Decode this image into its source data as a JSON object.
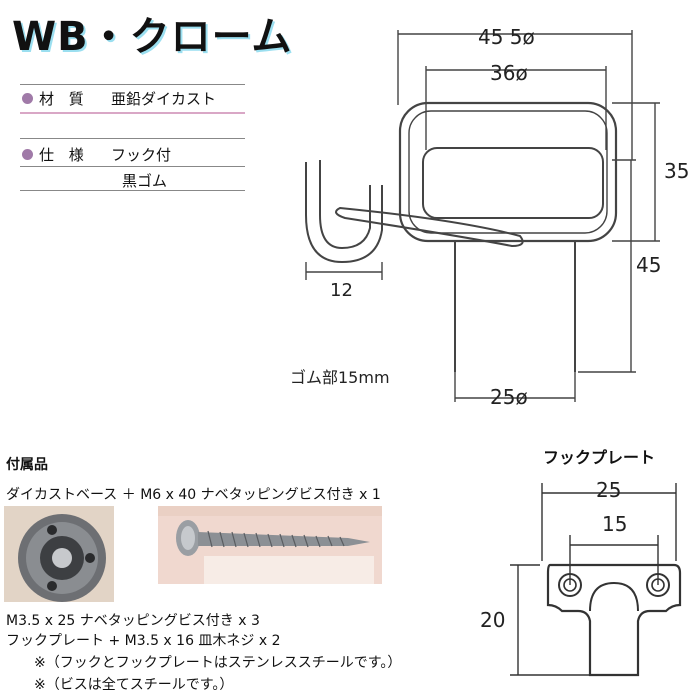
{
  "title": "WB・クローム",
  "specs": {
    "material": {
      "label": "材 質",
      "value": "亜鉛ダイカスト"
    },
    "spec": {
      "label": "仕 様",
      "value": "フック付",
      "value2": "黒ゴム"
    }
  },
  "diagram": {
    "dims": {
      "outer_width": "45 5ø",
      "inner_width": "36ø",
      "height_top": "35",
      "height_bottom": "45",
      "hook_width": "12",
      "base_width": "25ø"
    },
    "rubber_note": "ゴム部15mm"
  },
  "accessories": {
    "title": "付属品",
    "line1": "ダイカストベース ＋ M6 x 40 ナベタッピングビス付き x 1",
    "line2": "M3.5 x 25 ナベタッピングビス付き x 3",
    "line3": "フックプレート + M3.5 x 16 皿木ネジ x 2",
    "note1": "※（フックとフックプレートはステンレススチールです。）",
    "note2": "※（ビスは全てスチールです。）"
  },
  "hook_plate": {
    "title": "フックプレート",
    "dims": {
      "outer": "25",
      "inner": "15",
      "height": "20"
    }
  },
  "colors": {
    "title_shadow": "#9bdff0",
    "bullet": "#a07aa8",
    "rule_pink": "#d9a7c6"
  }
}
